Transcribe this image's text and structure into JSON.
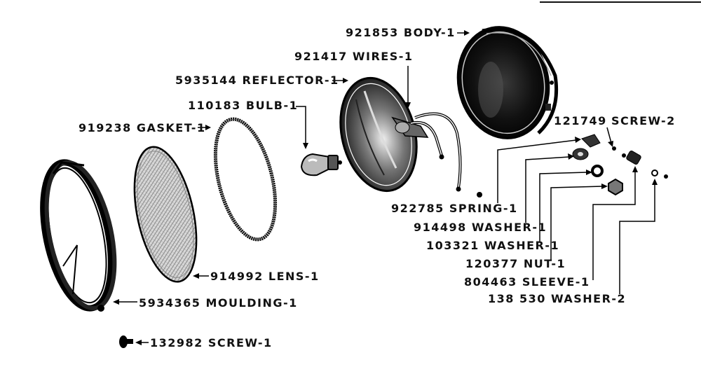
{
  "labels": {
    "body": "921853 BODY-1",
    "wires": "921417 WIRES-1",
    "reflector": "5935144 REFLECTOR-1",
    "bulb": "110183 BULB-1",
    "gasket": "919238 GASKET-1",
    "screw_small_num": "121749",
    "screw_small": "SCREW-2",
    "spring": "922785 SPRING-1",
    "washer_914498": "914498 WASHER-1",
    "washer_103321": "103321 WASHER-1",
    "nut": "120377 NUT-1",
    "sleeve": "804463 SLEEVE-1",
    "washer_138530": "138 530 WASHER-2",
    "lens": "914992 LENS-1",
    "moulding": "5934365 MOULDING-1",
    "screw_large": "132982 SCREW-1"
  }
}
